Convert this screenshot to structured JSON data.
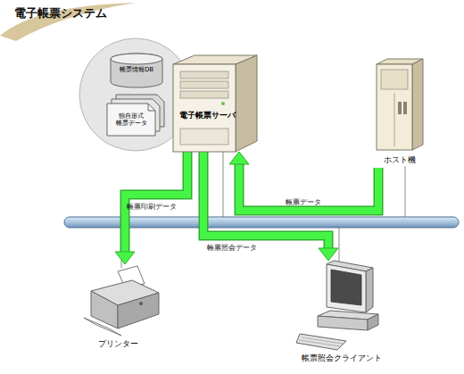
{
  "diagram": {
    "title": "電子帳票システム",
    "nodes": [
      {
        "text": [
          "電子帳票サーバ"
        ]
      },
      {
        "text": [
          "帳票情報DB"
        ]
      },
      {
        "text": [
          "独自形式 帳票データ"
        ]
      },
      {
        "text": [
          "ホスト機"
        ]
      },
      {
        "text": [
          "プリンター"
        ]
      },
      {
        "text": [
          "帳票照会クライアント"
        ]
      }
    ],
    "edges": [
      {
        "from": 3,
        "to": 0,
        "label": "帳票データ",
        "arrow": "to"
      },
      {
        "from": 0,
        "to": 4,
        "label": "帳票印刷データ",
        "arrow": "to"
      },
      {
        "from": 0,
        "to": 5,
        "label": "帳票照会データ",
        "arrow": "to"
      }
    ]
  }
}
